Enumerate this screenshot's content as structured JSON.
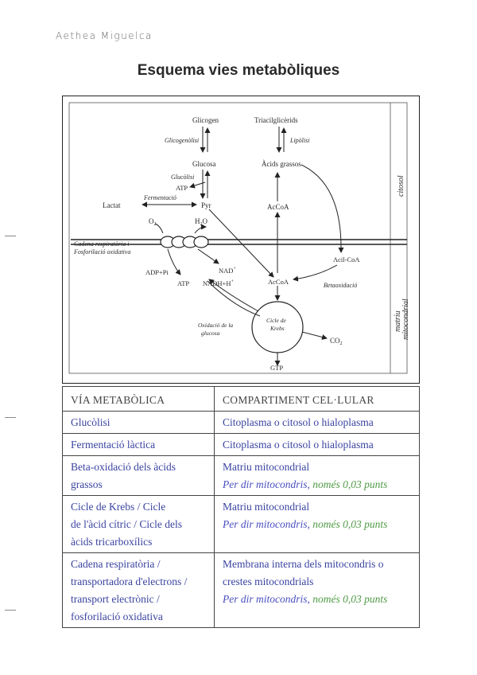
{
  "header": {
    "author": "Aethea Miguelca",
    "title": "Esquema vies metabòliques"
  },
  "diagram": {
    "labels": {
      "glicogen": "Glicogen",
      "triacilgliserids": "Triacilglicèrids",
      "glicogenolisi": "Glicogenòlisi",
      "lipolisi": "Lipòlisi",
      "glucosa": "Glucosa",
      "acids_grassos": "Àcids grassos",
      "glucolisi": "Glucòlisi",
      "atp_top": "ATP",
      "fermentacio": "Fermentació",
      "lactat": "Lactat",
      "pyr": "Pyr",
      "acoa_top": "AcCoA",
      "o2": "O",
      "o2_sub": "2",
      "h2o": "H",
      "h2o_sub": "2",
      "h2o_end": "O",
      "cadena_1": "Cadena respiratòria i",
      "cadena_2": "Fosforilació oxidativa",
      "adp_pi": "ADP+Pi",
      "atp_bottom": "ATP",
      "nad": "NAD",
      "nad_sup": "+",
      "nadh": "NADH+H",
      "nadh_sup": "+",
      "acil_coa": "Acil-CoA",
      "acoa_bottom": "AcCoA",
      "betaoxidacio": "Betaoxidació",
      "cicle_1": "Cicle de",
      "cicle_2": "Krebs",
      "oxidacio_1": "Oxidació de la",
      "oxidacio_2": "glucosa",
      "co2": "CO",
      "co2_sub": "2",
      "gtp": "GTP",
      "citosol": "citosol",
      "matriu_1": "matriu",
      "matriu_2": "mitocondrial"
    }
  },
  "table": {
    "headers": [
      "VÍA METABÒLICA",
      "COMPARTIMENT CEL·LULAR"
    ],
    "rows": [
      {
        "pathway_lines": [
          "Glucòlisi"
        ],
        "compartment_lines": [
          "Citoplasma o citosol o hialoplasma"
        ],
        "note": null
      },
      {
        "pathway_lines": [
          "Fermentació làctica"
        ],
        "compartment_lines": [
          "Citoplasma o citosol o hialoplasma"
        ],
        "note": null
      },
      {
        "pathway_lines": [
          "Beta-oxidació dels àcids",
          "grassos"
        ],
        "compartment_lines": [
          "Matriu mitocondrial"
        ],
        "note": {
          "text": "Per dir mitocondris, ",
          "points": "només 0,03 punts"
        }
      },
      {
        "pathway_lines": [
          "Cicle de Krebs / Cicle",
          "de l'àcid cítric / Cicle dels",
          "àcids tricarboxílics"
        ],
        "compartment_lines": [
          "Matriu mitocondrial"
        ],
        "note": {
          "text": "Per dir mitocondris, ",
          "points": "només 0,03 punts"
        }
      },
      {
        "pathway_lines": [
          "Cadena respiratòria /",
          "transportadora d'electrons /",
          "transport electrònic /",
          "fosforilació oxidativa"
        ],
        "compartment_lines": [
          "Membrana interna dels mitocondris o",
          "crestes mitocondrials"
        ],
        "note": {
          "text": "Per dir mitocondris, ",
          "points": "només 0,03 punts"
        }
      }
    ]
  }
}
